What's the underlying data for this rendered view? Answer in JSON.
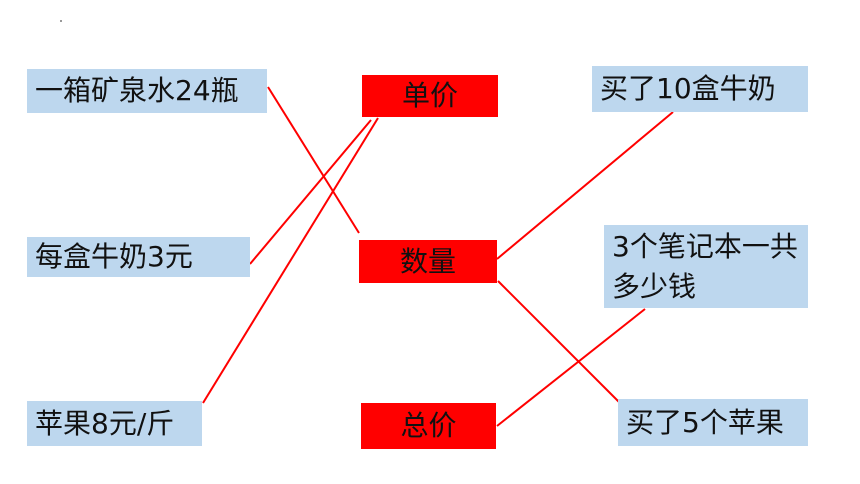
{
  "left_items": [
    {
      "label": "一箱矿泉水24瓶"
    },
    {
      "label": "每盒牛奶3元"
    },
    {
      "label": "苹果8元/斤"
    }
  ],
  "center_items": [
    {
      "label": "单价"
    },
    {
      "label": "数量"
    },
    {
      "label": "总价"
    }
  ],
  "right_items": [
    {
      "label": "买了10盒牛奶"
    },
    {
      "label": "3个笔记本一共多少钱"
    },
    {
      "label": "买了5个苹果"
    }
  ],
  "colors": {
    "left_right_box": "#bdd7ee",
    "center_box": "#ff0000",
    "connector": "#ff0000",
    "text": "#111111"
  }
}
